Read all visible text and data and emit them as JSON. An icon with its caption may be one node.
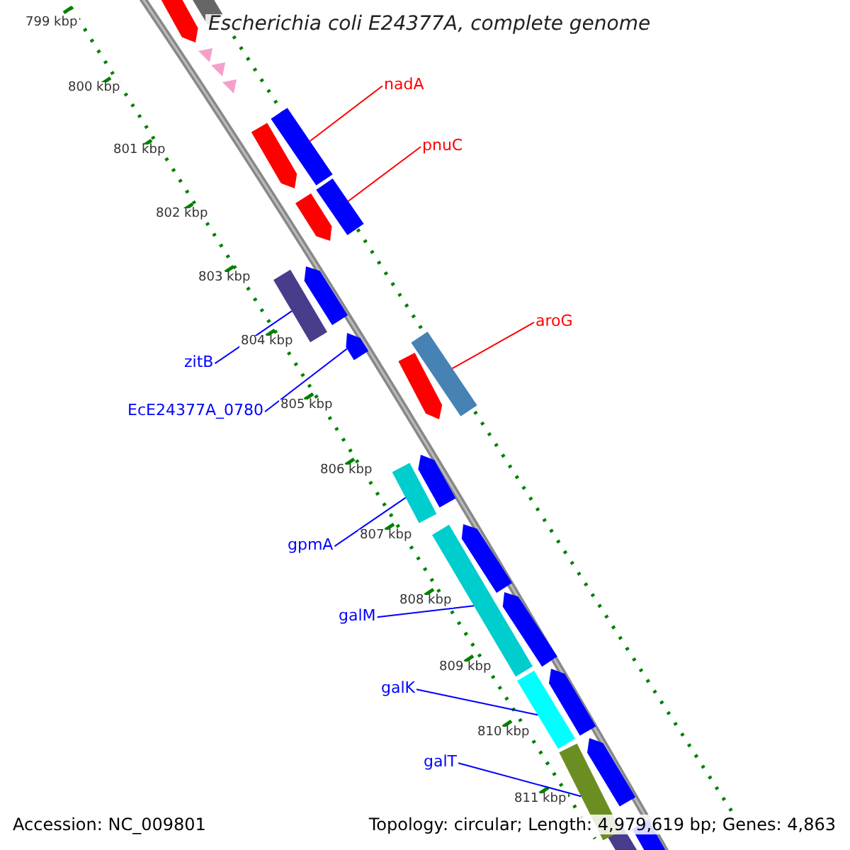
{
  "diagram": {
    "title": "Escherichia coli E24377A, complete genome",
    "nodes": [
      {
        "text": [
          "nadA"
        ]
      },
      {
        "text": [],
        "shape": "bar"
      },
      {
        "text": [
          "pnuC"
        ]
      },
      {
        "text": [],
        "shape": "bar"
      },
      {
        "text": [
          "aroG"
        ]
      },
      {
        "text": [],
        "shape": "bar"
      },
      {
        "text": [
          "zitB"
        ]
      },
      {
        "text": [],
        "shape": "bar"
      },
      {
        "text": [
          "EcE24377A_0780"
        ]
      },
      {
        "text": [],
        "shape": "bar"
      },
      {
        "text": [
          "gpmA"
        ]
      },
      {
        "text": [],
        "shape": "bar"
      },
      {
        "text": [
          "galM"
        ]
      },
      {
        "text": [],
        "shape": "bar"
      },
      {
        "text": [
          "galK"
        ]
      },
      {
        "text": [],
        "shape": "bar"
      },
      {
        "text": [
          "galT"
        ]
      },
      {
        "text": [],
        "shape": "bar"
      }
    ],
    "edges": [
      {
        "from": 0,
        "to": 1,
        "arrow": "none",
        "color": "#ff0000"
      },
      {
        "from": 2,
        "to": 3,
        "arrow": "none",
        "color": "#ff0000"
      },
      {
        "from": 4,
        "to": 5,
        "arrow": "none",
        "color": "#ff0000"
      },
      {
        "from": 6,
        "to": 7,
        "arrow": "none"
      },
      {
        "from": 8,
        "to": 9,
        "arrow": "none"
      },
      {
        "from": 10,
        "to": 11,
        "arrow": "none"
      },
      {
        "from": 12,
        "to": 13,
        "arrow": "none"
      },
      {
        "from": 14,
        "to": 15,
        "arrow": "none"
      },
      {
        "from": 16,
        "to": 17,
        "arrow": "none"
      }
    ],
    "labels": [
      "799 kbp",
      "800 kbp",
      "801 kbp",
      "802 kbp",
      "803 kbp",
      "804 kbp",
      "805 kbp",
      "806 kbp",
      "807 kbp",
      "808 kbp",
      "809 kbp",
      "810 kbp",
      "811 kbp",
      "Accession: NC_009801",
      "Topology: circular; Length: 4,979,619 bp; Genes: 4,863"
    ]
  }
}
